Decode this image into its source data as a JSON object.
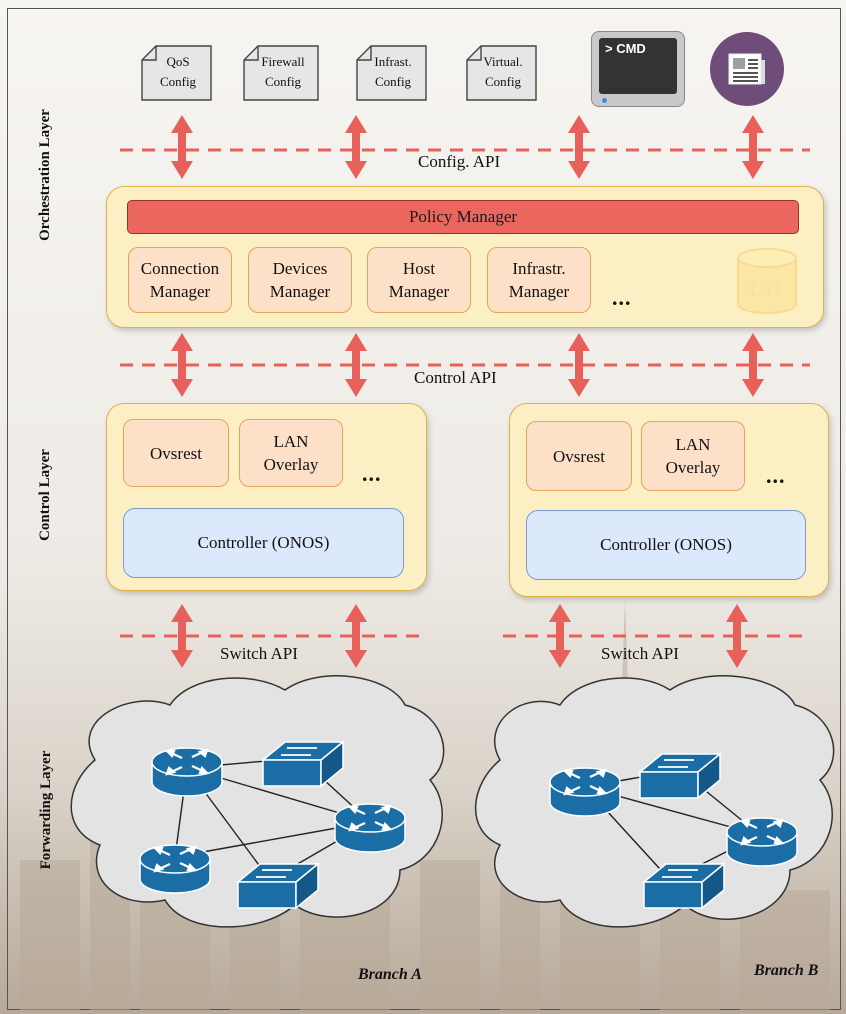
{
  "layers": {
    "orchestration": "Orchestration Layer",
    "control": "Control Layer",
    "forwarding": "Forwarding Layer"
  },
  "top_icons": {
    "qos": [
      "QoS",
      "Config"
    ],
    "firewall": [
      "Firewall",
      "Config"
    ],
    "infrast": [
      "Infrast.",
      "Config"
    ],
    "virtual": [
      "Virtual.",
      "Config"
    ],
    "cmd_label": "> CMD"
  },
  "apis": {
    "config": "Config. API",
    "control": "Control API",
    "switch_a": "Switch API",
    "switch_b": "Switch API"
  },
  "orchestration": {
    "policy_manager": "Policy Manager",
    "managers": [
      "Connection\nManager",
      "Devices\nManager",
      "Host\nManager",
      "Infrastr.\nManager"
    ],
    "ellipsis": "...",
    "db_label": "DB"
  },
  "control": {
    "left": {
      "ovsrest": "Ovsrest",
      "lan": "LAN\nOverlay",
      "ellipsis": "...",
      "controller": "Controller (ONOS)"
    },
    "right": {
      "ovsrest": "Ovsrest",
      "lan": "LAN\nOverlay",
      "ellipsis": "...",
      "controller": "Controller (ONOS)"
    }
  },
  "branches": {
    "a": "Branch A",
    "b": "Branch B"
  },
  "colors": {
    "arrow": "#e8605a",
    "dash": "#e8605a",
    "device": "#1b6ea5",
    "box_fill": "#fdefc4",
    "policy": "#ec6660"
  }
}
